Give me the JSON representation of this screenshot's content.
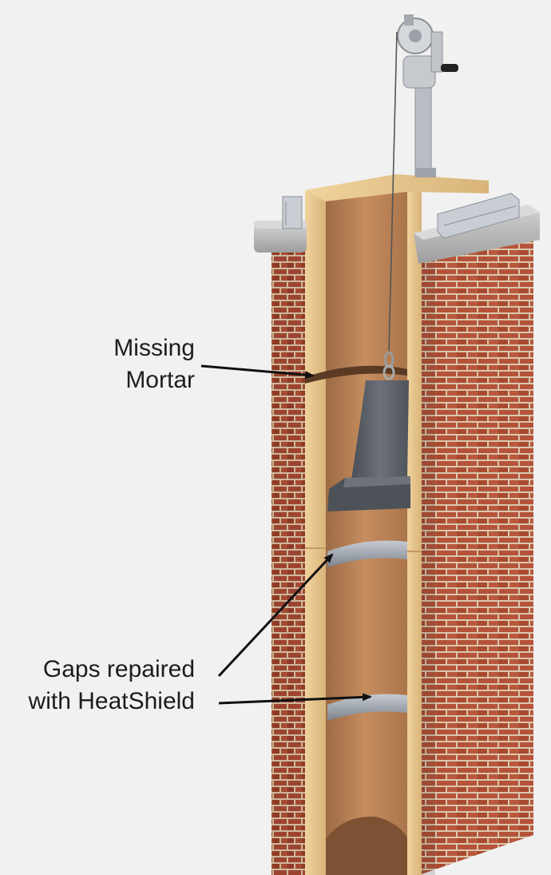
{
  "callouts": {
    "missing_mortar": {
      "line1": "Missing",
      "line2": "Mortar"
    },
    "gaps_repaired": {
      "line1": "Gaps repaired",
      "line2": "with HeatShield"
    }
  },
  "colors": {
    "background": "#f1f1f1",
    "brick": "#b5533a",
    "brick_dark": "#8e3a26",
    "mortar": "#d9c7ad",
    "flue_liner": "#c9935f",
    "flue_liner_inner": "#a8724a",
    "crown": "#b8b8b8",
    "cutaway": "#e9c98e",
    "smoothing_tool": "#5a5e66",
    "heatshield_repair": "#9aa0aa",
    "winch": "#bfc3c8",
    "arrow": "#111111"
  }
}
